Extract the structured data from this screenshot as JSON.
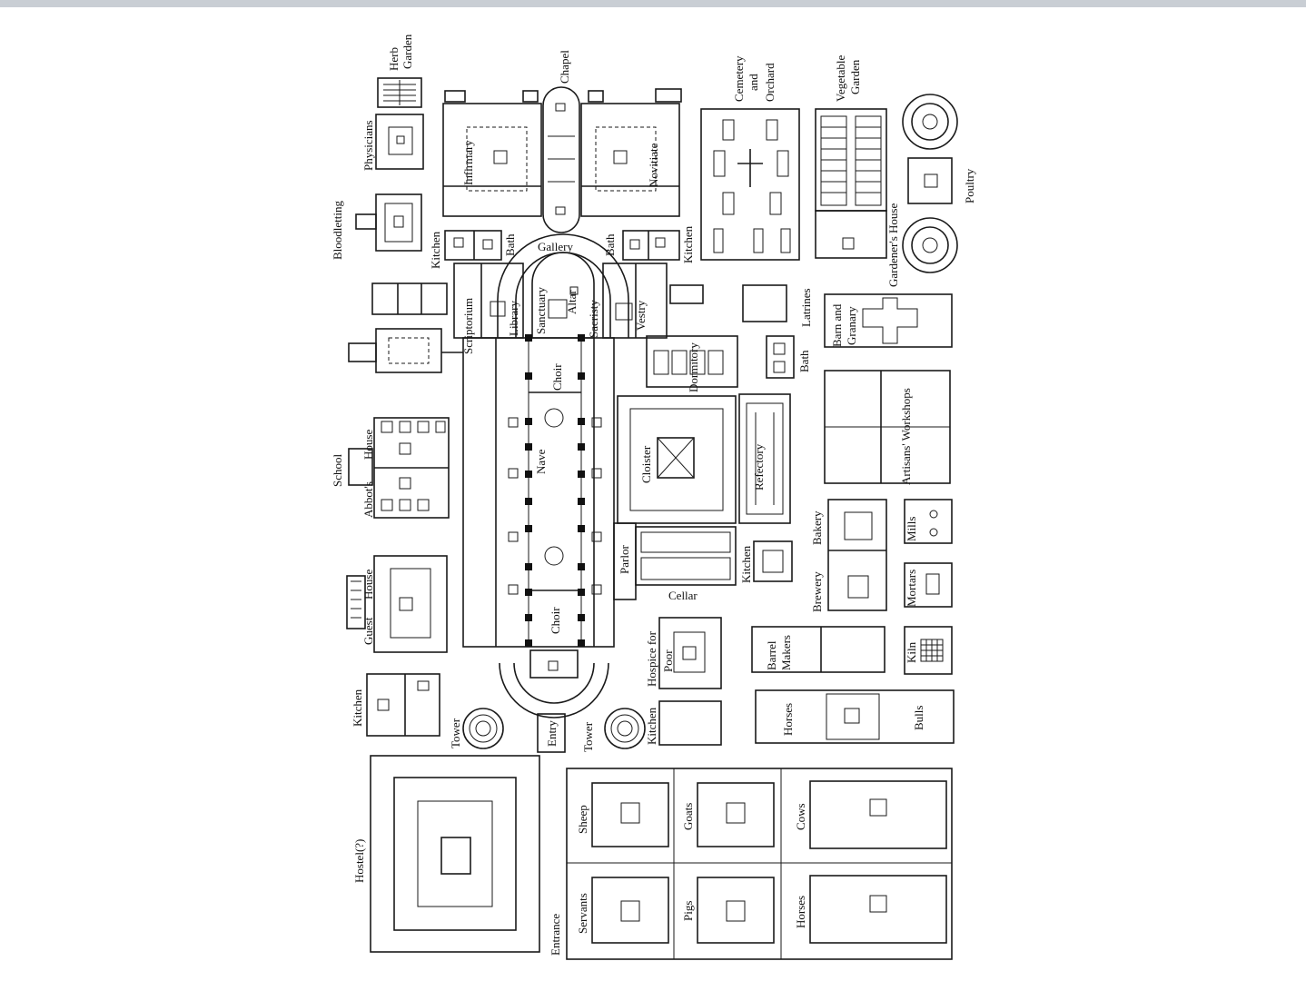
{
  "title": "",
  "labels": {
    "herb_garden_1": "Herb",
    "herb_garden_2": "Garden",
    "chapel": "Chapel",
    "cemetery_1": "Cemetery",
    "cemetery_2": "and",
    "cemetery_3": "Orchard",
    "vegetable_1": "Vegetable",
    "vegetable_2": "Garden",
    "physicians": "Physicians",
    "infirmary": "Infirmary",
    "novitiate": "Novitiate",
    "poultry": "Poultry",
    "bloodletting": "Bloodletting",
    "gardeners_house": "Gardener's House",
    "kitchen_infirmary": "Kitchen",
    "bath_infirmary": "Bath",
    "gallery": "Gallery",
    "bath_novitiate": "Bath",
    "kitchen_novitiate": "Kitchen",
    "scriptorium": "Scriptorium",
    "library": "Library",
    "sanctuary": "Sanctuary",
    "altar": "Altar",
    "sacristy": "Sacristy",
    "vestry": "Vestry",
    "latrines": "Latrines",
    "barn_1": "Barn and",
    "barn_2": "Granary",
    "dormitory": "Dormitory",
    "bath_dorm": "Bath",
    "choir_east": "Choir",
    "school": "School",
    "abbots_1": "Abbot's",
    "abbots_2": "House",
    "nave": "Nave",
    "cloister": "Cloister",
    "refectory": "Refectory",
    "artisans": "Artisans' Workshops",
    "bakery": "Bakery",
    "mills": "Mills",
    "parlor": "Parlor",
    "kitchen_refectory": "Kitchen",
    "brewery": "Brewery",
    "mortars": "Mortars",
    "cellar": "Cellar",
    "guest_1": "Guest",
    "guest_2": "House",
    "choir_west": "Choir",
    "hospice_1": "Hospice for",
    "hospice_2": "Poor",
    "barrel_1": "Barrel",
    "barrel_2": "Makers",
    "kiln": "Kiln",
    "kitchen_guest": "Kitchen",
    "tower_left": "Tower",
    "entry": "Entry",
    "tower_right": "Tower",
    "kitchen_hospice": "Kitchen",
    "horses_stable": "Horses",
    "bulls": "Bulls",
    "hostel": "Hostel(?)",
    "sheep": "Sheep",
    "goats": "Goats",
    "cows": "Cows",
    "entrance": "Entrance",
    "servants": "Servants",
    "pigs": "Pigs",
    "horses_pen": "Horses"
  }
}
